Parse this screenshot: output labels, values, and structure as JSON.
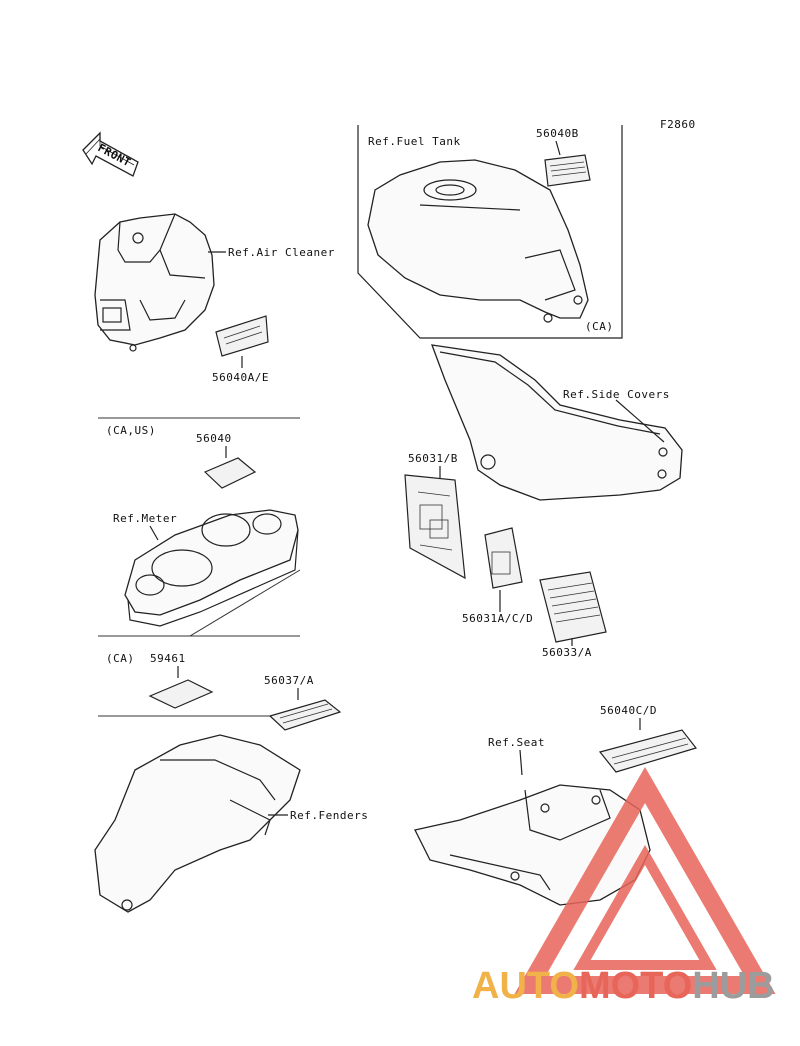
{
  "figure_code": "F2860",
  "front_arrow": "FRONT",
  "watermark": {
    "part1": "AUTO",
    "part2": "MOTO",
    "part3": "HUB",
    "colors": {
      "auto": "#f2b24a",
      "moto": "#e8655a",
      "hub": "#9c9c9c",
      "triangle": "#e8655a"
    }
  },
  "labels": {
    "ref_air_cleaner": "Ref.Air Cleaner",
    "p56040AE": "56040A/E",
    "ref_fuel_tank": "Ref.Fuel Tank",
    "p56040B": "56040B",
    "ca_tank": "(CA)",
    "ref_side_covers": "Ref.Side Covers",
    "ca_us": "(CA,US)",
    "p56040": "56040",
    "ref_meter": "Ref.Meter",
    "p56031B": "56031/B",
    "p56031ACD": "56031A/C/D",
    "p56033A": "56033/A",
    "ca_59461": "(CA)",
    "p59461": "59461",
    "p56037A": "56037/A",
    "ref_fenders": "Ref.Fenders",
    "p56040CD": "56040C/D",
    "ref_seat": "Ref.Seat"
  }
}
